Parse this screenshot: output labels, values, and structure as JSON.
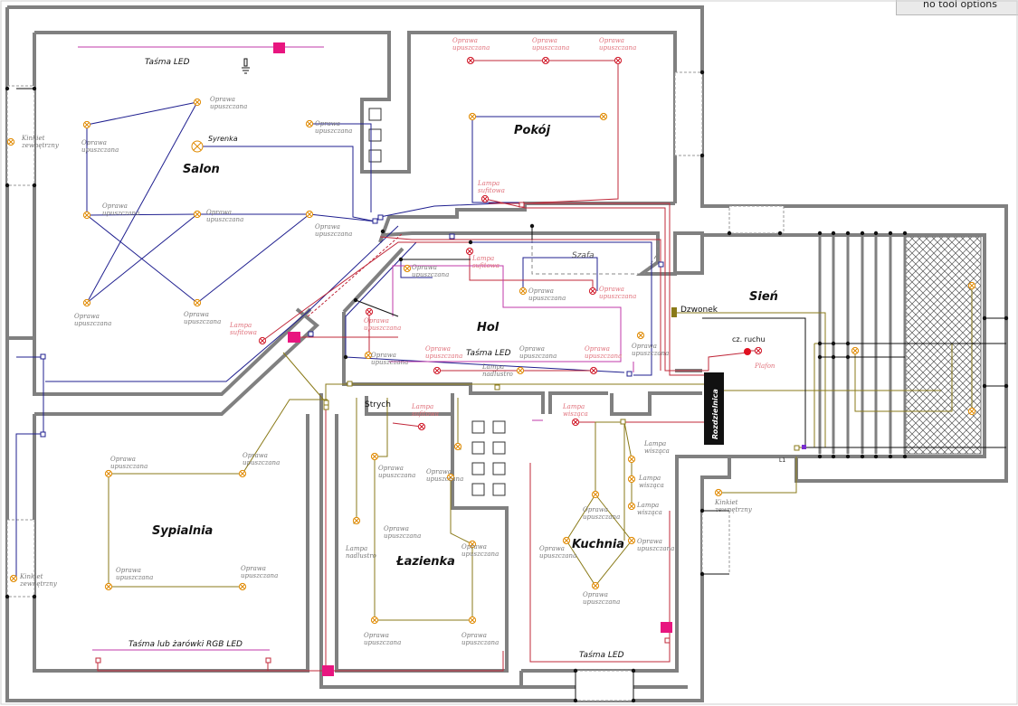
{
  "toolbar": {
    "tool_options": "no tool options"
  },
  "rooms": {
    "salon": "Salon",
    "pokoj": "Pokój",
    "hol": "Hol",
    "sien": "Sień",
    "sypialnia": "Sypialnia",
    "lazienka": "Łazienka",
    "kuchnia": "Kuchnia",
    "szafa": "Szafa"
  },
  "labels": {
    "tasma_led": "Taśma LED",
    "tasma_rgb": "Taśma lub żarówki RGB LED",
    "syrenka": "Syrenka",
    "dzwonek": "Dzwonek",
    "cz_ruchu": "cz. ruchu",
    "plafon": "Plafon",
    "strych": "Strych",
    "rozdzielnica": "Rozdzielnica",
    "l1": "L1"
  },
  "devices": {
    "oprawa_1": "Oprawa",
    "oprawa_2": "upuszczana",
    "kinkiet_1": "Kinkiet",
    "kinkiet_2": "zewnętrzny",
    "lampa_1": "Lampa",
    "lampa_wiszaca": "wisząca",
    "lampa_sufitowa": "sufitowa",
    "lampa_nadlustro": "nadlustro"
  }
}
